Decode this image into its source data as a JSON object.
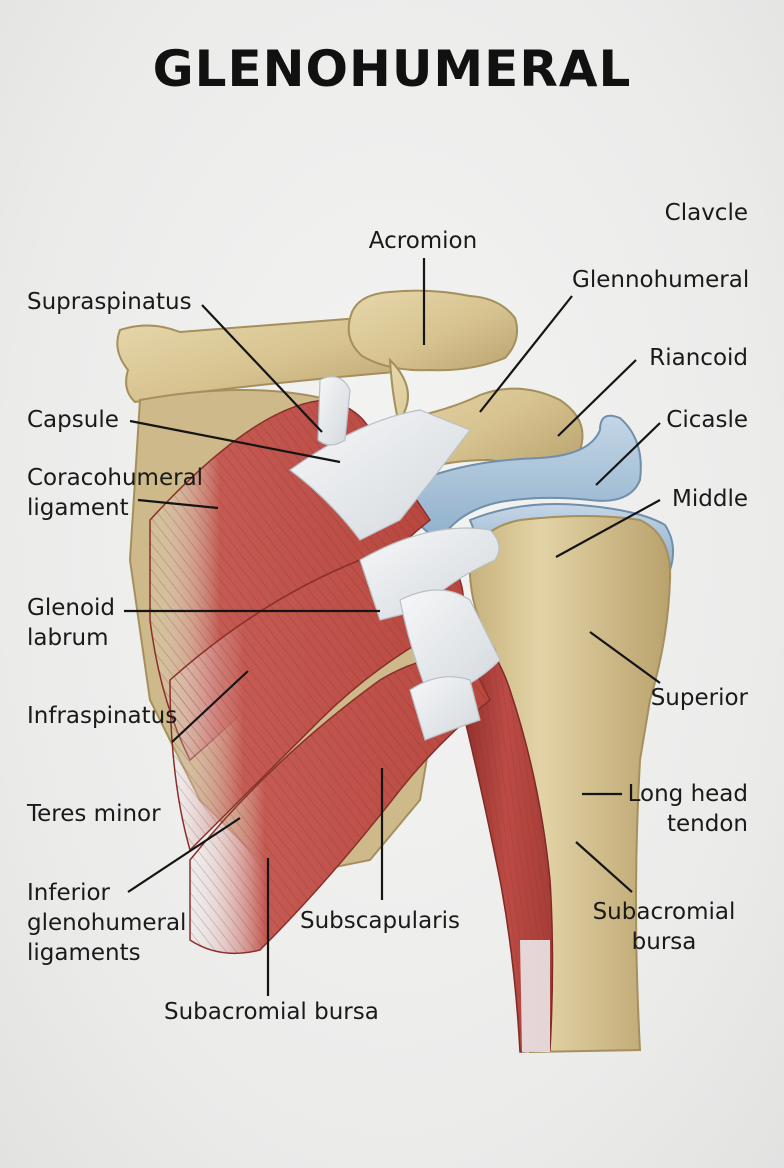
{
  "title": "GLENOHUMERAL",
  "labels": {
    "clavcle": "Clavcle",
    "acromion": "Acromion",
    "glennohumeral": "Glennohumeral",
    "supraspinatus": "Supraspinatus",
    "riancoid": "Riancoid",
    "capsule": "Capsule",
    "cicasle": "Cicasle",
    "coracohumeral_ligament": "Coracohumeral\nligament",
    "middle": "Middle",
    "glenoid_labrum": "Glenoid\nlabrum",
    "superior": "Superior",
    "infraspinatus": "Infraspinatus",
    "long_head_tendon": "Long head\ntendon",
    "teres_minor": "Teres minor",
    "inferior_glenohumeral_ligaments": "Inferior\nglenohumeral\nligaments",
    "subscapularis": "Subscapularis",
    "subacromial_bursa_right": "Subacromial\nbursa",
    "subacromial_bursa_bottom": "Subacromial bursa"
  },
  "colors": {
    "bone": "#d9c796",
    "muscle": "#b5463f",
    "tendon": "#e9ecef",
    "cartilage": "#a9c2d8",
    "leader_line": "#151515"
  }
}
